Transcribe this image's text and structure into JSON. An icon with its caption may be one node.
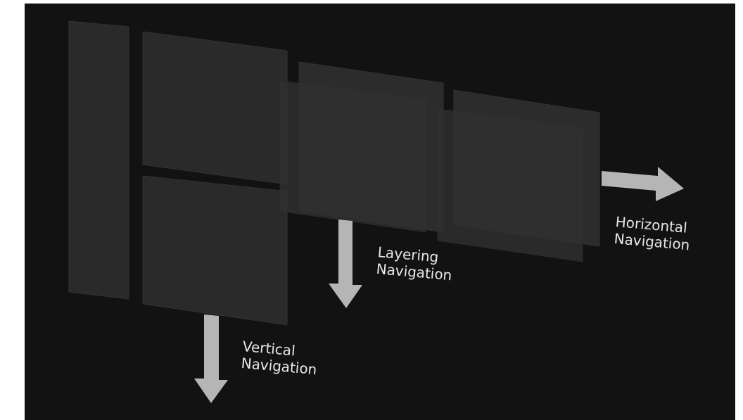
{
  "diagram": {
    "labels": [
      "Horizontal Navigation",
      "Layering Navigation",
      "Vertical Navigation"
    ]
  }
}
